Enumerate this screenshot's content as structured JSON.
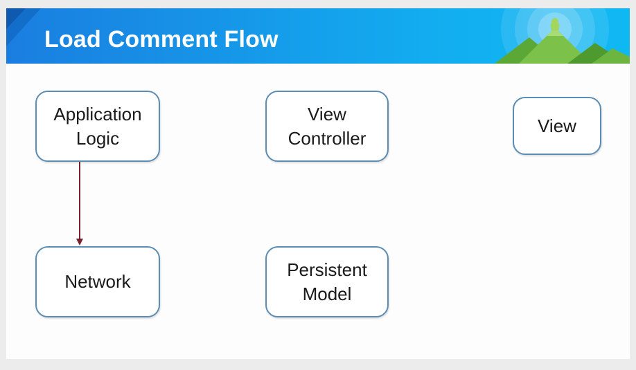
{
  "slide": {
    "title": "Load Comment Flow"
  },
  "colors": {
    "header_blue": "#1696e8",
    "node_border": "#5b8cb4",
    "arrow": "#7a1f2a",
    "art_green": "#7cc24a"
  },
  "nodes": {
    "application_logic": "Application\nLogic",
    "view_controller": "View\nController",
    "view": "View",
    "network": "Network",
    "persistent_model": "Persistent\nModel"
  },
  "edges": [
    {
      "from": "Application Logic",
      "to": "Network"
    }
  ],
  "icons": {
    "header_art": "android-mountain-icon"
  }
}
